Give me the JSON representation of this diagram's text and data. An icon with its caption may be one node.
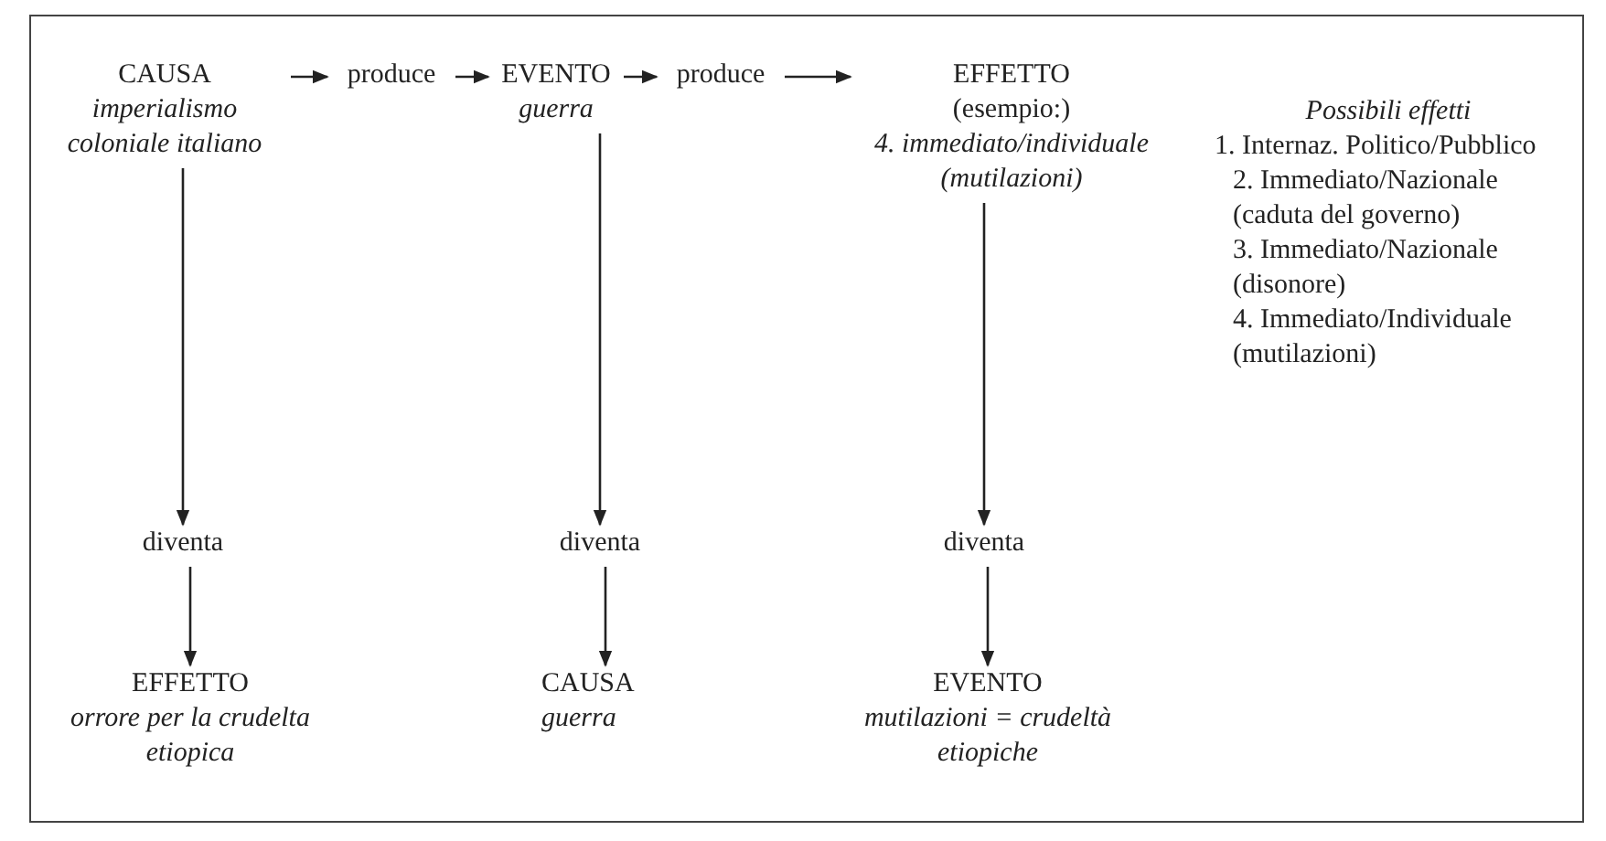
{
  "diagram": {
    "nodes": [
      {
        "text": [
          "CAUSA",
          "imperialismo coloniale italiano"
        ]
      },
      {
        "text": [
          "produce"
        ]
      },
      {
        "text": [
          "EVENTO",
          "guerra"
        ]
      },
      {
        "text": [
          "produce"
        ]
      },
      {
        "text": [
          "EFFETTO",
          "(esempio:)",
          "4. immediato/individuale (mutilazioni)"
        ]
      },
      {
        "text": [
          "diventa"
        ]
      },
      {
        "text": [
          "EFFETTO",
          "orrore per la crudelta etiopica"
        ]
      },
      {
        "text": [
          "diventa"
        ]
      },
      {
        "text": [
          "CAUSA",
          "guerra"
        ]
      },
      {
        "text": [
          "diventa"
        ]
      },
      {
        "text": [
          "EVENTO",
          "mutilazioni = crudeltà etiopiche"
        ]
      }
    ],
    "edges": [
      {
        "from": 0,
        "to": 1,
        "arrow": "to"
      },
      {
        "from": 1,
        "to": 2,
        "arrow": "to"
      },
      {
        "from": 2,
        "to": 3,
        "arrow": "to"
      },
      {
        "from": 3,
        "to": 4,
        "arrow": "to"
      },
      {
        "from": 0,
        "to": 5,
        "arrow": "to"
      },
      {
        "from": 5,
        "to": 6,
        "arrow": "to"
      },
      {
        "from": 2,
        "to": 7,
        "arrow": "to"
      },
      {
        "from": 7,
        "to": 8,
        "arrow": "to"
      },
      {
        "from": 4,
        "to": 9,
        "arrow": "to"
      },
      {
        "from": 9,
        "to": 10,
        "arrow": "to"
      }
    ],
    "labels": [
      "Possibili effetti",
      "1. Internaz. Politico/Pubblico",
      "2. Immediato/Nazionale (caduta del governo)",
      "3. Immediato/Nazionale (disonore)",
      "4. Immediato/Individuale (mutilazioni)"
    ]
  }
}
